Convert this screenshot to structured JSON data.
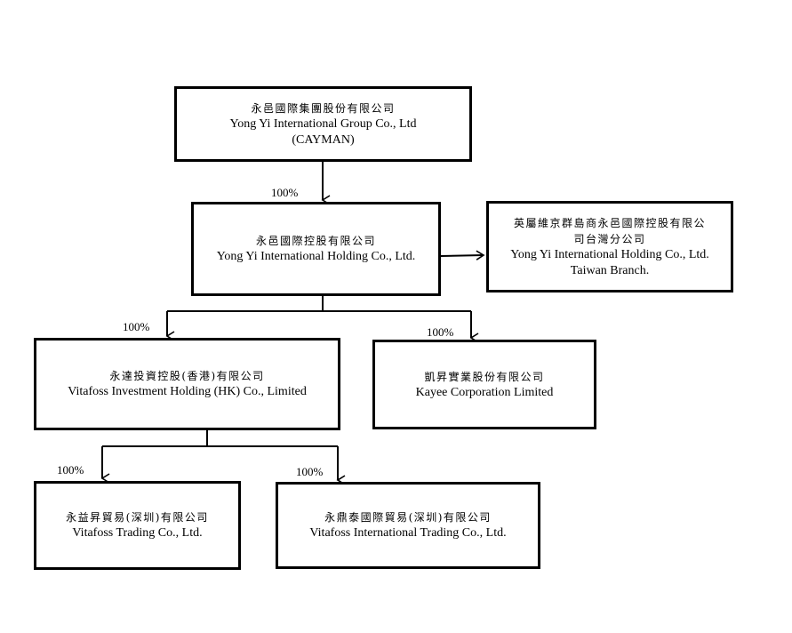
{
  "nodes": {
    "group": {
      "zh": "永邑國際集團股份有限公司",
      "en1": "Yong Yi International Group Co., Ltd",
      "en2": "(CAYMAN)"
    },
    "holding": {
      "zh": "永邑國際控股有限公司",
      "en1": "Yong Yi International Holding Co., Ltd."
    },
    "taiwan": {
      "zh1": "英屬維京群島商永邑國際控股有限公",
      "zh2": "司台灣分公司",
      "en1": "Yong Yi International Holding Co., Ltd.",
      "en2": "Taiwan Branch."
    },
    "vitafoss_hk": {
      "zh": "永達投資控股(香港)有限公司",
      "en1": "Vitafoss Investment Holding (HK) Co., Limited"
    },
    "kayee": {
      "zh": "凱昇實業股份有限公司",
      "en1": "Kayee Corporation Limited"
    },
    "vitafoss_trading": {
      "zh": "永益昇貿易(深圳)有限公司",
      "en1": "Vitafoss Trading Co., Ltd."
    },
    "vitafoss_intl_trading": {
      "zh": "永鼎泰國際貿易(深圳)有限公司",
      "en1": "Vitafoss International Trading Co., Ltd."
    }
  },
  "ownership": {
    "group_to_holding": "100%",
    "holding_to_vitafoss_hk": "100%",
    "holding_to_kayee": "100%",
    "vitafoss_hk_to_trading": "100%",
    "vitafoss_hk_to_intl_trading": "100%"
  }
}
